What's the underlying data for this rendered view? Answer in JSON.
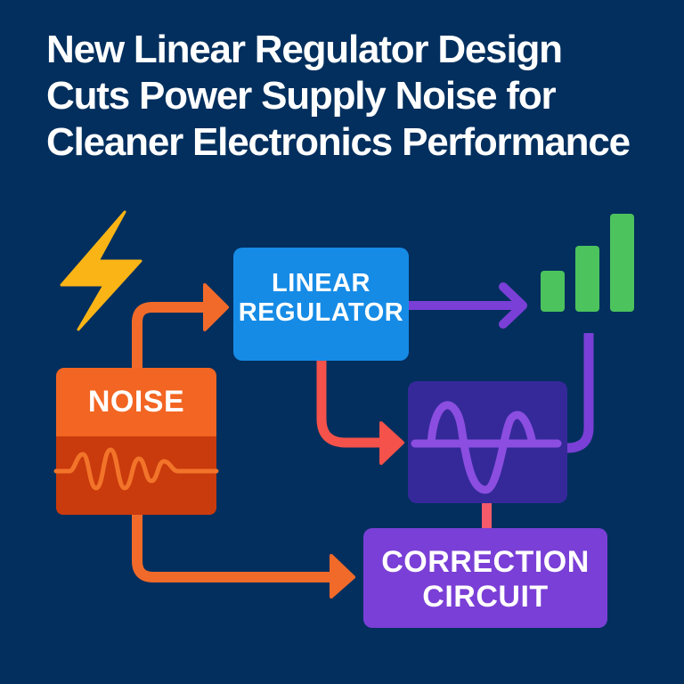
{
  "title": {
    "lines": [
      "New Linear Regulator Design",
      "Cuts Power Supply Noise for",
      "Cleaner Electronics Performance"
    ]
  },
  "colors": {
    "background": "#022f5e",
    "noise_box": "#f26522",
    "noise_box_lower": "#c93a0c",
    "regulator_box": "#168be6",
    "filter_box": "#35299a",
    "correction_box": "#7a3fd6",
    "signal_bars": "#4cc35c",
    "lightning": "#fbb416",
    "arrow_orange": "#f26a2a",
    "arrow_red": "#f4524a",
    "arrow_purple": "#7a3fd6",
    "connector_pink": "#f45a6a"
  },
  "nodes": {
    "noise": {
      "label": "NOISE",
      "icon": "noise-waveform-icon"
    },
    "regulator": {
      "label_lines": [
        "LINEAR",
        "REGULATOR"
      ]
    },
    "filter": {
      "icon": "sine-wave-icon"
    },
    "output": {
      "icon": "signal-bars-icon",
      "bar_levels": [
        0.42,
        0.67,
        1.0
      ]
    },
    "correction": {
      "label_lines": [
        "CORRECTION",
        "CIRCUIT"
      ]
    },
    "power": {
      "icon": "lightning-bolt-icon"
    }
  },
  "edges": [
    {
      "from": "noise",
      "to": "regulator",
      "color": "orange"
    },
    {
      "from": "noise",
      "to": "correction",
      "color": "orange"
    },
    {
      "from": "regulator",
      "to": "output",
      "color": "purple"
    },
    {
      "from": "regulator",
      "to": "filter",
      "color": "red"
    },
    {
      "from": "output",
      "to": "filter",
      "color": "purple"
    },
    {
      "from": "filter",
      "to": "correction",
      "color": "pink"
    }
  ]
}
